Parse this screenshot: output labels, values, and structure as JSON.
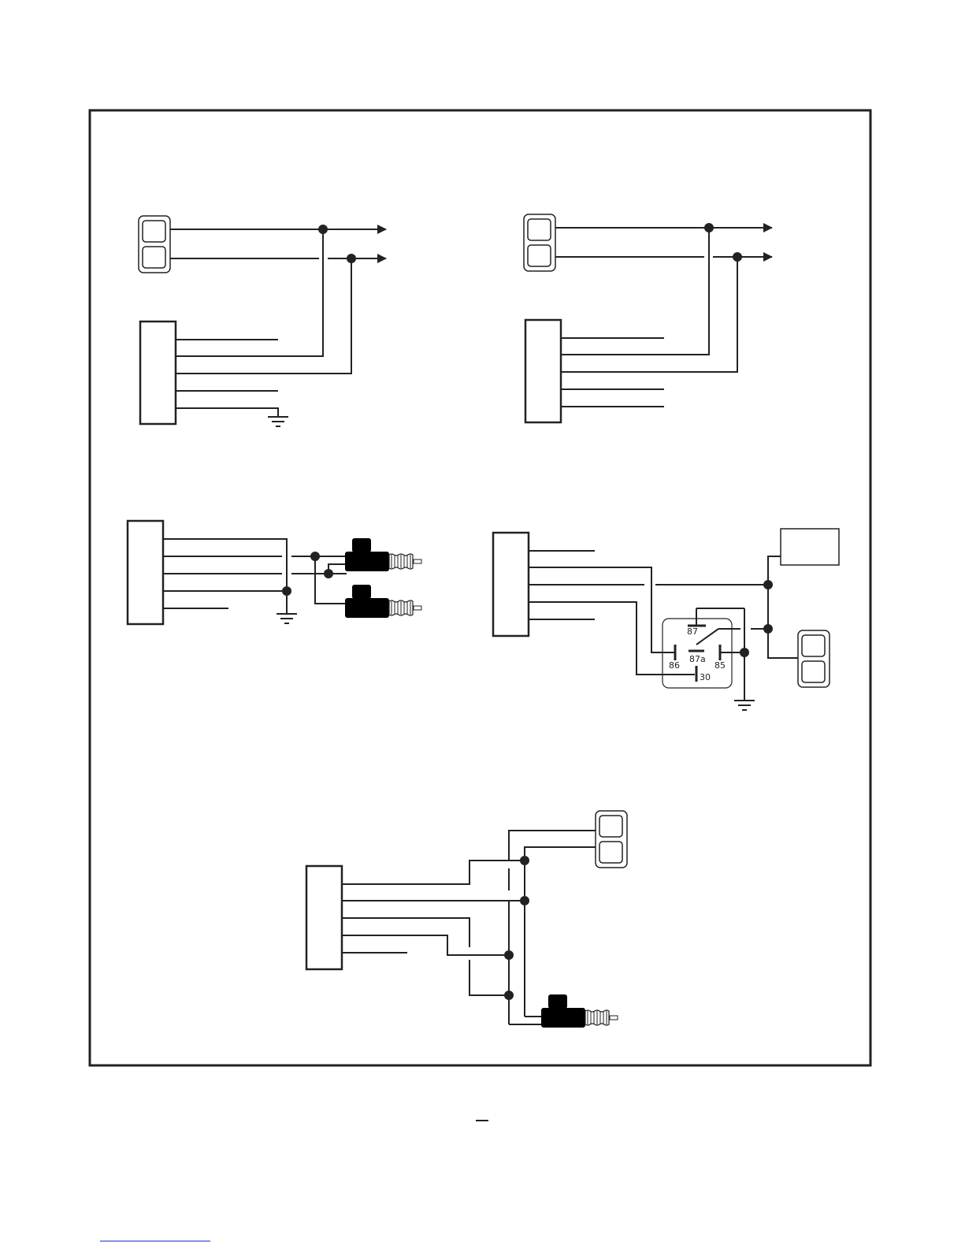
{
  "colors": {
    "ink": "#222222",
    "page": "#ffffff",
    "footer_line": "#3355cc"
  },
  "relay": {
    "pin_87": "87",
    "pin_87a": "87a",
    "pin_86": "86",
    "pin_85": "85",
    "pin_30": "30"
  },
  "page_footer": {
    "page_mark": "—"
  },
  "icons": [
    "two-button-switch-icon",
    "control-module-icon",
    "ground-icon",
    "door-lock-actuator-icon",
    "relay-icon",
    "junction-dot-icon",
    "arrow-icon"
  ]
}
